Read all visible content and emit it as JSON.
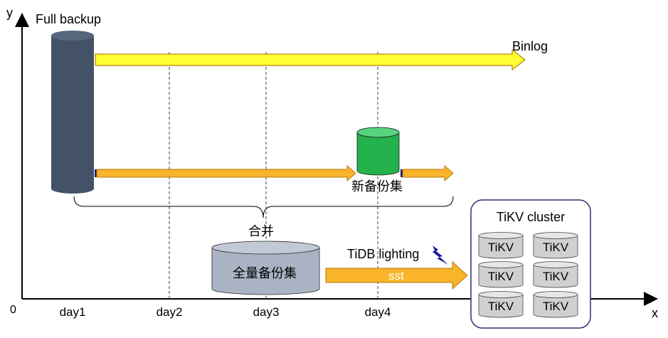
{
  "axes": {
    "y_label": "y",
    "x_label": "x",
    "origin_label": "0"
  },
  "days": [
    "day1",
    "day2",
    "day3",
    "day4"
  ],
  "labels": {
    "full_backup": "Full backup",
    "binlog": "Binlog",
    "new_backup_set": "新备份集",
    "merge": "合并",
    "full_backup_set": "全量备份集",
    "tidb_lightning": "TiDB lighting",
    "sst": "sst",
    "tikv_cluster": "TiKV cluster"
  },
  "tikv_nodes": [
    "TiKV",
    "TiKV",
    "TiKV",
    "TiKV",
    "TiKV",
    "TiKV"
  ],
  "colors": {
    "full_backup_cylinder": "#435266",
    "binlog_arrow": "#ffff33",
    "incremental_arrow": "#f9b42a",
    "new_backup_cylinder": "#23b24c",
    "full_set_cylinder": "#a9b3c4",
    "tikv_cluster_border": "#2f2f6e",
    "lightning": "#1a1aa6"
  }
}
